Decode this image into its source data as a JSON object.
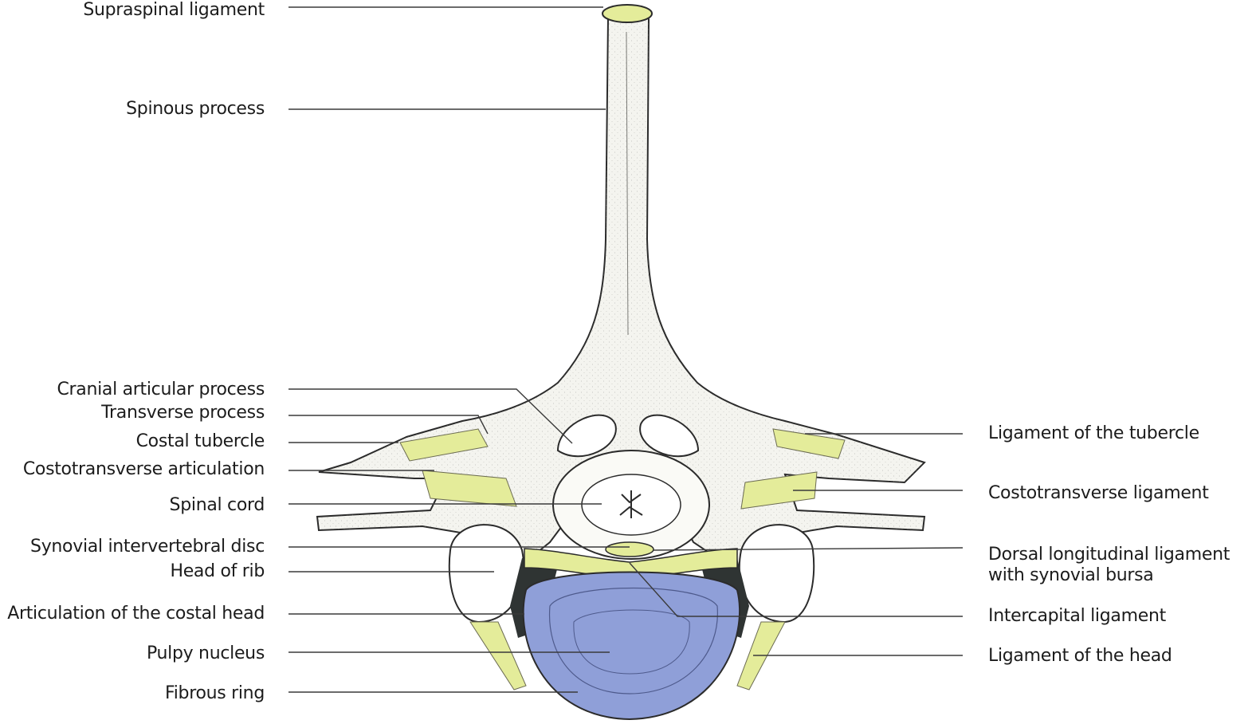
{
  "labels_left": [
    {
      "id": "supraspinal-ligament",
      "text": "Supraspinal ligament"
    },
    {
      "id": "spinous-process",
      "text": "Spinous process"
    },
    {
      "id": "cranial-articular-process",
      "text": "Cranial articular process"
    },
    {
      "id": "transverse-process",
      "text": "Transverse process"
    },
    {
      "id": "costal-tubercle",
      "text": "Costal tubercle"
    },
    {
      "id": "costotransverse-articulation",
      "text": "Costotransverse articulation"
    },
    {
      "id": "spinal-cord",
      "text": "Spinal cord"
    },
    {
      "id": "synovial-intervertebral-disc",
      "text": "Synovial intervertebral disc"
    },
    {
      "id": "head-of-rib",
      "text": "Head of rib"
    },
    {
      "id": "articulation-costal-head",
      "text": "Articulation of the costal head"
    },
    {
      "id": "pulpy-nucleus",
      "text": "Pulpy nucleus"
    },
    {
      "id": "fibrous-ring",
      "text": "Fibrous ring"
    }
  ],
  "labels_right": [
    {
      "id": "ligament-of-tubercle",
      "text": "Ligament of the tubercle"
    },
    {
      "id": "costotransverse-ligament",
      "text": "Costotransverse ligament"
    },
    {
      "id": "dorsal-longitudinal-ligament",
      "text": "Dorsal longitudinal ligament",
      "text2": "with synovial bursa"
    },
    {
      "id": "intercapital-ligament",
      "text": "Intercapital ligament"
    },
    {
      "id": "ligament-of-head",
      "text": "Ligament of the head"
    }
  ],
  "colors": {
    "bone": "#f4f4ef",
    "bone_outline": "#2b2b2b",
    "ligament": "#e4ec9a",
    "disc": "#8f9fd8",
    "dark_cavity": "#2f3433",
    "leader": "#3a3a3a"
  }
}
